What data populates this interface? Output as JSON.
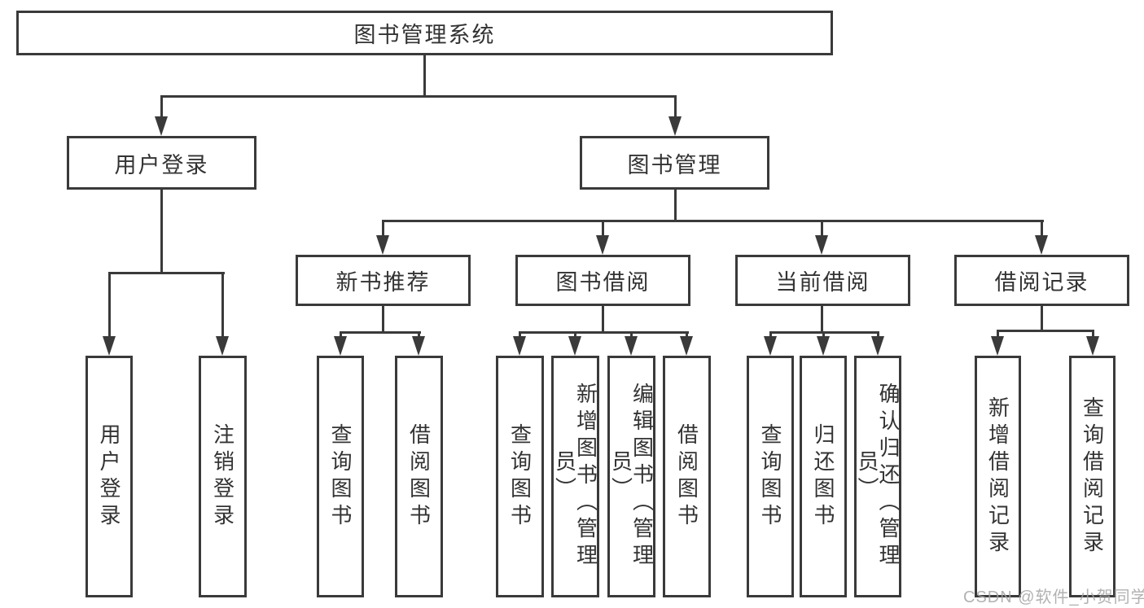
{
  "diagram": {
    "type": "hierarchy-flowchart",
    "root": {
      "label": "图书管理系统",
      "children": [
        {
          "label": "用户登录",
          "children": [
            {
              "label": "用户登录"
            },
            {
              "label": "注销登录"
            }
          ]
        },
        {
          "label": "图书管理",
          "children": [
            {
              "label": "新书推荐",
              "children": [
                {
                  "label": "查询图书"
                },
                {
                  "label": "借阅图书"
                }
              ]
            },
            {
              "label": "图书借阅",
              "children": [
                {
                  "label": "查询图书"
                },
                {
                  "label": "新增图书（管理员）"
                },
                {
                  "label": "编辑图书（管理员）"
                },
                {
                  "label": "借阅图书"
                }
              ]
            },
            {
              "label": "当前借阅",
              "children": [
                {
                  "label": "查询图书"
                },
                {
                  "label": "归还图书"
                },
                {
                  "label": "确认归还（管理员）"
                }
              ]
            },
            {
              "label": "借阅记录",
              "children": [
                {
                  "label": "新增借阅记录"
                },
                {
                  "label": "查询借阅记录"
                }
              ]
            }
          ]
        }
      ]
    },
    "colors": {
      "line": "#3a3a3a",
      "text": "#333333",
      "background": "#ffffff",
      "watermark": "#a5a5a5"
    }
  },
  "watermark": {
    "text": "CSDN @软件_小贺同学"
  }
}
